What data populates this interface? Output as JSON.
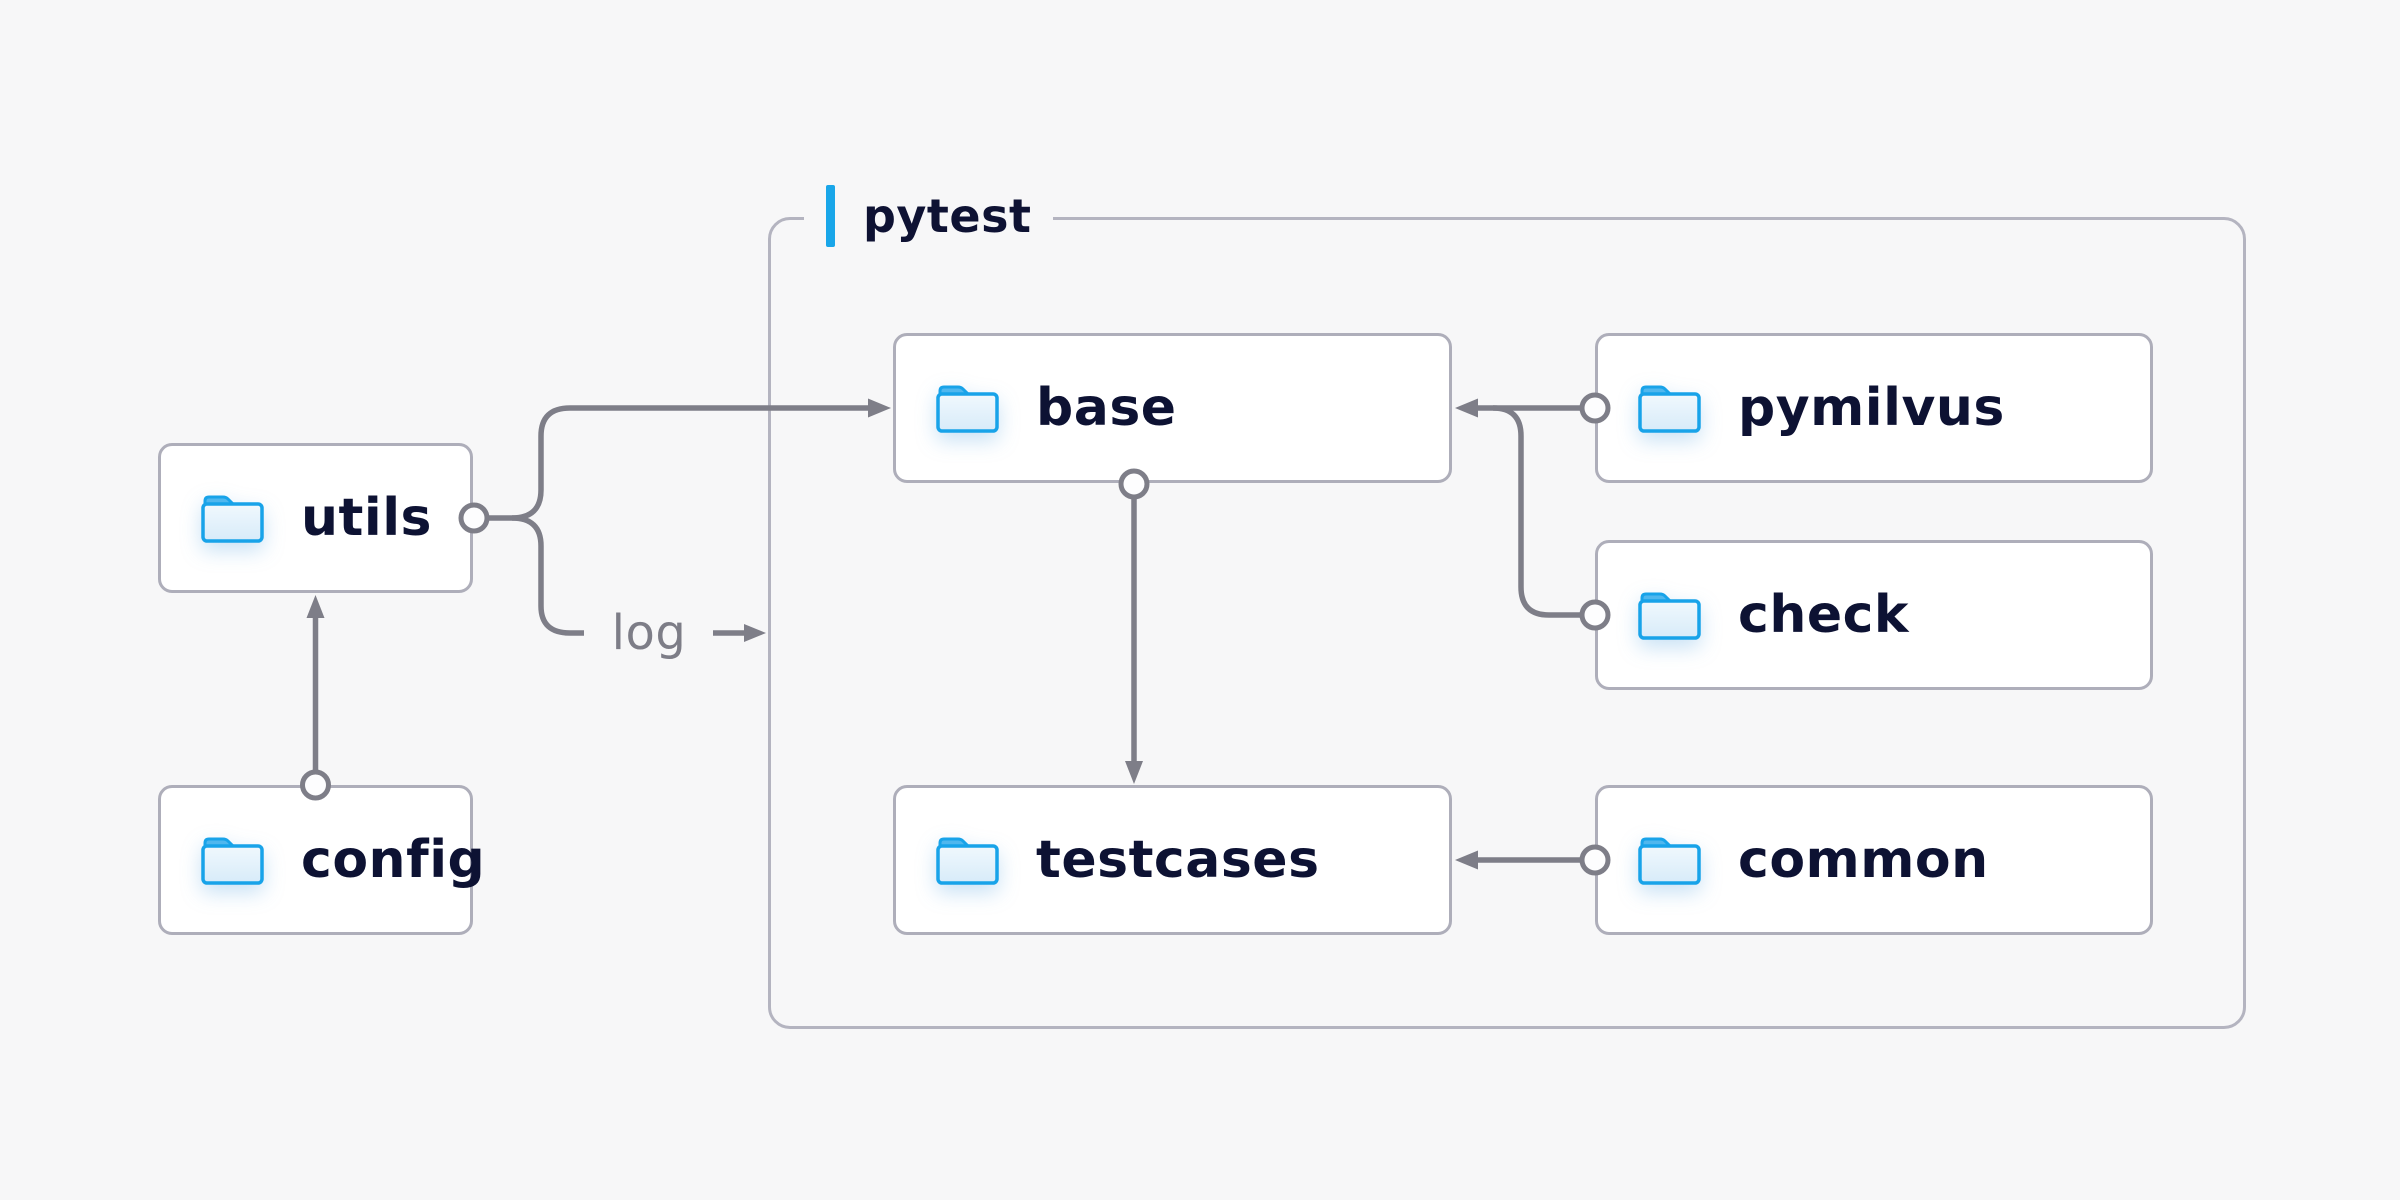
{
  "diagram": {
    "title_context": "pytest test directory structure diagram",
    "container": {
      "label": "pytest"
    },
    "nodes": {
      "utils": {
        "label": "utils"
      },
      "config": {
        "label": "config"
      },
      "base": {
        "label": "base"
      },
      "testcases": {
        "label": "testcases"
      },
      "pymilvus": {
        "label": "pymilvus"
      },
      "check": {
        "label": "check"
      },
      "common": {
        "label": "common"
      }
    },
    "edges": [
      {
        "id": "utils-to-base",
        "from": "utils",
        "to": "base",
        "label": ""
      },
      {
        "id": "utils-to-pytest-log",
        "from": "utils",
        "to": "pytest",
        "label": "log"
      },
      {
        "id": "config-to-utils",
        "from": "config",
        "to": "utils",
        "label": ""
      },
      {
        "id": "base-to-testcases",
        "from": "base",
        "to": "testcases",
        "label": ""
      },
      {
        "id": "pymilvus-to-base",
        "from": "pymilvus",
        "to": "base",
        "label": ""
      },
      {
        "id": "check-to-base",
        "from": "check",
        "to": "base",
        "label": ""
      },
      {
        "id": "common-to-testcases",
        "from": "common",
        "to": "testcases",
        "label": ""
      }
    ],
    "icons": {
      "folder-icon": "blue folder glyph (SVG shape)",
      "accent-bar-icon": "vertical blue accent bar",
      "port-icon": "open circle connector end",
      "arrowhead-icon": "solid triangle arrow end"
    },
    "colors": {
      "page_background": "#f7f7f8",
      "node_background": "#ffffff",
      "node_border": "#aeaeba",
      "container_border": "#b4b4c0",
      "connector": "#7e7e88",
      "text_primary": "#0d1233",
      "text_muted": "#7d7d87",
      "accent_blue": "#19a6e9",
      "folder_stroke": "#18a3e9",
      "folder_tab": "#4fb7ee",
      "folder_fill_top": "#f0f8fd",
      "folder_fill_bottom": "#d7ebf9"
    }
  }
}
